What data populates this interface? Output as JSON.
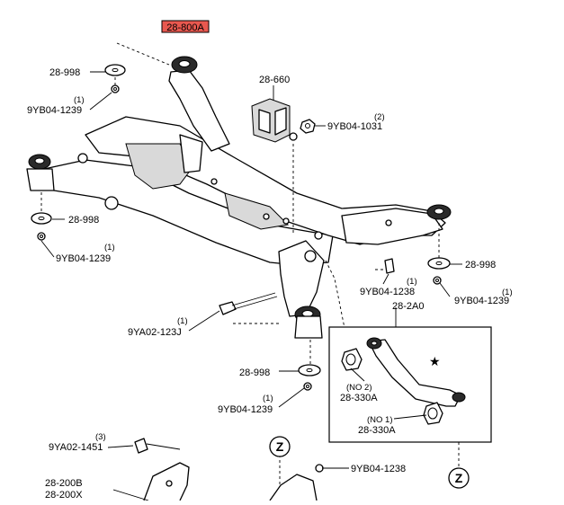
{
  "labels": {
    "main_part": "28-800A",
    "washer_tl": "28-998",
    "bolt_tl_qty": "(1)",
    "bolt_tl": "9YB04-1239",
    "bracket": "28-660",
    "nut_tr_qty": "(2)",
    "nut_tr": "9YB04-1031",
    "washer_ml": "28-998",
    "bolt_ml_qty": "(1)",
    "bolt_ml": "9YB04-1239",
    "washer_r": "28-998",
    "bolt_r1238_qty": "(1)",
    "bolt_r1238": "9YB04-1238",
    "bolt_r1239_qty": "(1)",
    "bolt_r1239": "9YB04-1239",
    "bolt_a_qty": "(1)",
    "bolt_a": "9YA02-123J",
    "washer_bl": "28-998",
    "bolt_bl_qty": "(1)",
    "bolt_bl": "9YB04-1239",
    "arm_assy": "28-2A0",
    "bush_no2_tag": "(NO 2)",
    "bush_no2": "28-330A",
    "bush_no1_tag": "(NO 1)",
    "bush_no1": "28-330A",
    "star": "★",
    "bolt_1451_qty": "(3)",
    "bolt_1451": "9YA02-1451",
    "bolt_bottom_1238": "9YB04-1238",
    "part_200b": "28-200B",
    "part_200x": "28-200X",
    "z_mark_1": "Z",
    "z_mark_2": "Z"
  },
  "colors": {
    "highlight_box": "#e8584f"
  }
}
